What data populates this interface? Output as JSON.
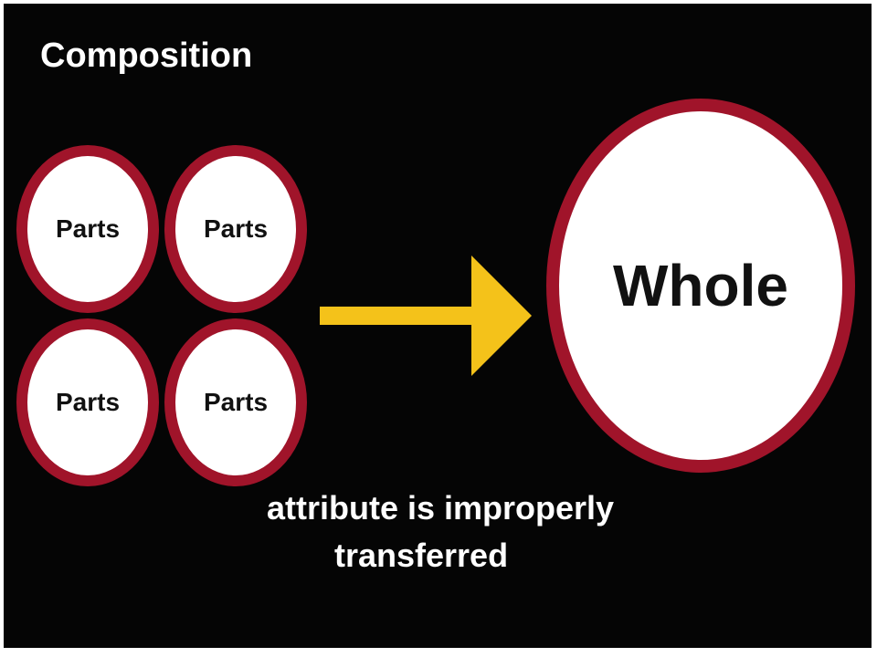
{
  "title": "Composition",
  "parts": [
    "Parts",
    "Parts",
    "Parts",
    "Parts"
  ],
  "whole": "Whole",
  "caption": {
    "line1": "attribute is improperly",
    "line2": "transferred"
  },
  "colors": {
    "background": "#050505",
    "ring": "#a0142a",
    "arrow": "#f4c21a",
    "circle_fill": "#ffffff",
    "text_light": "#ffffff",
    "text_dark": "#111111"
  },
  "icons": {
    "arrow": "right-arrow-icon"
  }
}
